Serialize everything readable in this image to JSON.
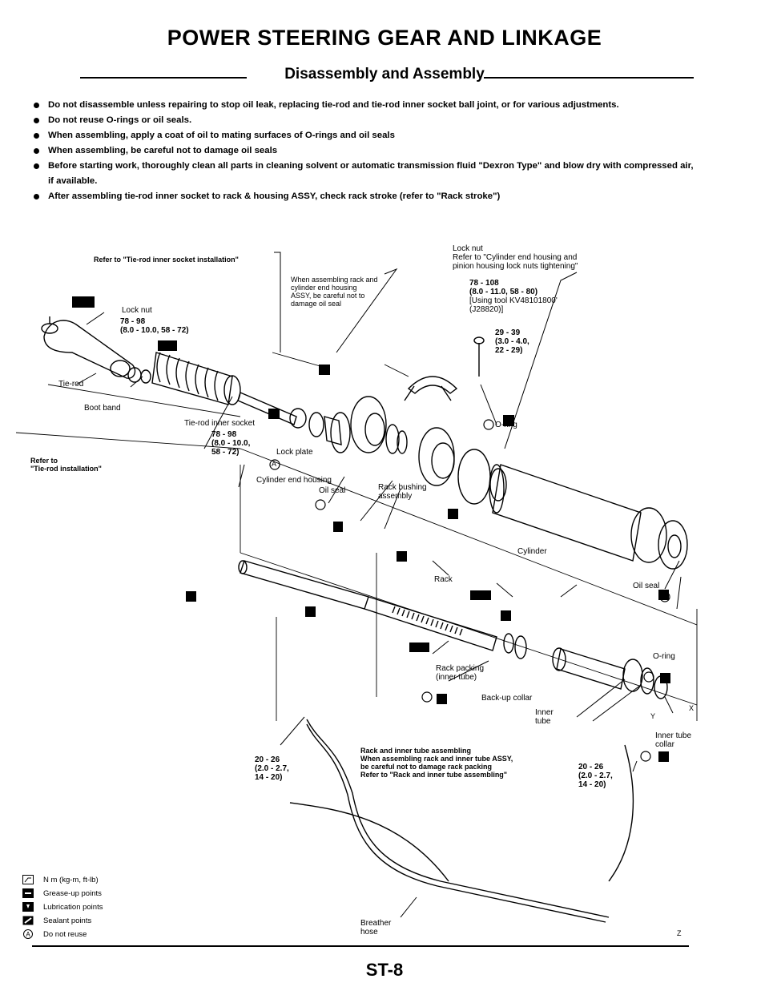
{
  "header": {
    "title": "POWER STEERING GEAR AND LINKAGE",
    "subtitle": "Disassembly and Assembly"
  },
  "notes": [
    "Do not disassemble unless repairing to stop oil leak, replacing tie-rod and tie-rod inner socket ball joint, or for various adjustments.",
    "Do not reuse O-rings or oil seals.",
    "When assembling, apply a coat of oil to mating surfaces of O-rings and oil seals",
    "When assembling, be careful not to damage oil seals",
    "Before starting work, thoroughly clean all parts in cleaning solvent or automatic transmission fluid \"Dexron Type\" and blow dry with compressed air, if available.",
    "After assembling tie-rod inner socket to rack & housing ASSY, check rack stroke (refer to \"Rack stroke\")"
  ],
  "labels": {
    "ref_inner_socket": "Refer to \"Tie-rod inner socket installation\"",
    "when_assembling_1": "When assembling rack and",
    "when_assembling_2": "cylinder end housing",
    "when_assembling_3": "ASSY, be careful not to",
    "when_assembling_4": "damage oil seal",
    "lock_nut_top": "Lock nut",
    "ref_cyl_1": "Refer to \"Cylinder end housing and",
    "ref_cyl_2": "pinion housing lock nuts tightening\"",
    "torque_top_1": "78 - 108",
    "torque_top_2": "(8.0 - 11.0, 58 - 80)",
    "tool_1": "[Using tool KV48101800'",
    "tool_2": "(J28820)]",
    "torque_29_1": "29 - 39",
    "torque_29_2": "(3.0 - 4.0,",
    "torque_29_3": "22 - 29)",
    "lock_nut_left": "Lock nut",
    "torque_left_1": "78 - 98",
    "torque_left_2": "(8.0 - 10.0, 58 - 72)",
    "tie_rod": "Tie-rod",
    "boot_band": "Boot band",
    "inner_socket": "Tie-rod inner socket",
    "torque_is_1": "78 - 98",
    "torque_is_2": "(8.0 - 10.0,",
    "torque_is_3": "58 - 72)",
    "lock_plate": "Lock plate",
    "o_ring_top": "O-ring",
    "ref_tie_rod_1": "Refer to",
    "ref_tie_rod_2": "\"Tie-rod installation\"",
    "cyl_end_housing": "Cylinder end housing",
    "oil_seal_mid": "Oil seal",
    "rack_bushing_1": "Rack bushing",
    "rack_bushing_2": "assembly",
    "cylinder": "Cylinder",
    "rack": "Rack",
    "oil_seal_right": "Oil seal",
    "o_ring_right": "O-ring",
    "rack_packing_1": "Rack packing",
    "rack_packing_2": "(inner tube)",
    "backup_collar": "Back-up collar",
    "inner_1": "Inner",
    "inner_2": "tube",
    "inner_tube_collar_1": "Inner tube",
    "inner_tube_collar_2": "collar",
    "torque_bl_1": "20 - 26",
    "torque_bl_2": "(2.0 - 2.7,",
    "torque_bl_3": "14 - 20)",
    "rack_inner_1": "Rack and inner tube assembling",
    "rack_inner_2": "When assembling rack and inner tube ASSY,",
    "rack_inner_3": "be careful not to damage rack packing",
    "rack_inner_4": "Refer to \"Rack and inner tube assembling\"",
    "torque_br_1": "20 - 26",
    "torque_br_2": "(2.0 - 2.7,",
    "torque_br_3": "14 - 20)",
    "breather_1": "Breather",
    "breather_2": "hose",
    "mark_a": "A",
    "mark_x": "X",
    "mark_y": "Y",
    "mark_z": "Z"
  },
  "legend": [
    {
      "symbol": "torque-icon",
      "text": "N m (kg-m, ft-lb)"
    },
    {
      "symbol": "grease-icon",
      "text": "Grease-up points"
    },
    {
      "symbol": "lubrication-icon",
      "text": "Lubrication points"
    },
    {
      "symbol": "sealant-icon",
      "text": "Sealant points"
    },
    {
      "symbol": "do-not-reuse-icon",
      "text": "Do not reuse"
    }
  ],
  "footer": {
    "page": "ST-8"
  }
}
